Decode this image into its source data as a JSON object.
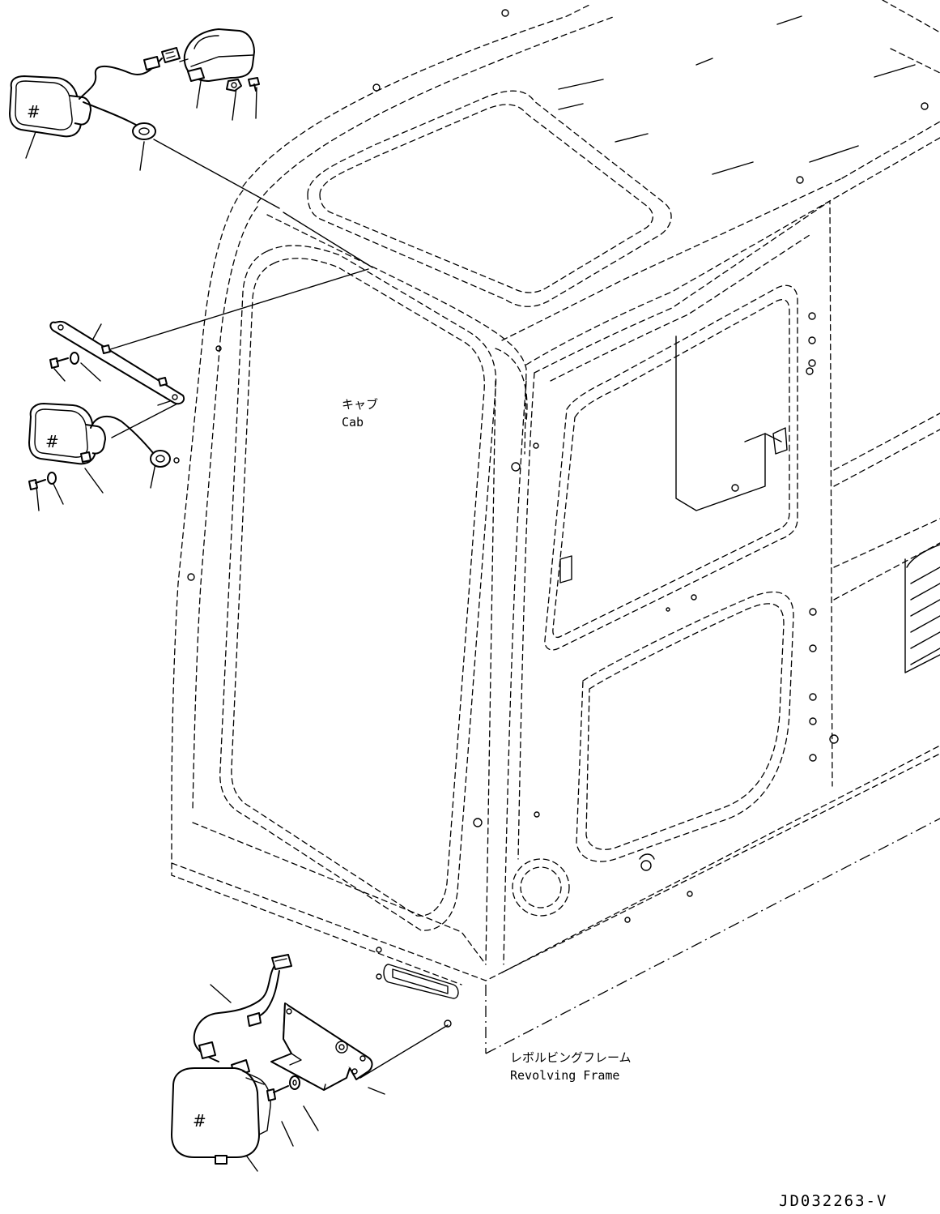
{
  "labels": {
    "cab_jp": "キャブ",
    "cab_en": "Cab",
    "frame_jp": "レボルビングフレーム",
    "frame_en": "Revolving Frame",
    "drawing_code": "JD032263-V"
  },
  "lamp_mark": "#"
}
